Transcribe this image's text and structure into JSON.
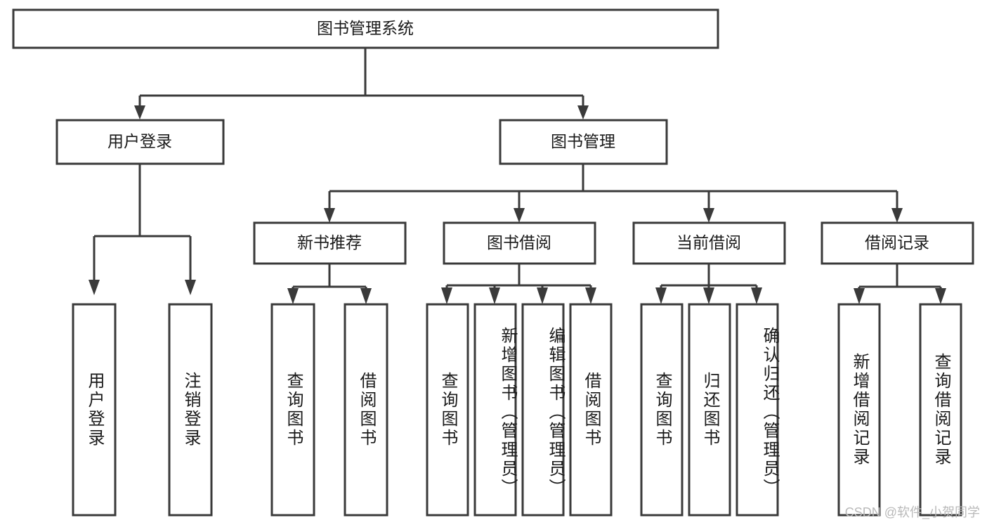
{
  "diagram": {
    "title": "图书管理系统",
    "type": "tree",
    "watermark": "CSDN @软件_小贺同学",
    "colors": {
      "box_stroke": "#3a3a3a",
      "box_fill": "#ffffff",
      "connector": "#3a3a3a",
      "text": "#1a1a1a",
      "watermark": "#b9b9b9",
      "background": "#ffffff"
    },
    "levels": {
      "root": {
        "label": "图书管理系统"
      },
      "level2": [
        {
          "label": "用户登录"
        },
        {
          "label": "图书管理"
        }
      ],
      "level3": [
        {
          "label": "新书推荐"
        },
        {
          "label": "图书借阅"
        },
        {
          "label": "当前借阅"
        },
        {
          "label": "借阅记录"
        }
      ],
      "leaves": {
        "user_login": [
          {
            "label": "用户登录"
          },
          {
            "label": "注销登录"
          }
        ],
        "new_book_recommend": [
          {
            "label": "查询图书"
          },
          {
            "label": "借阅图书"
          }
        ],
        "book_borrow": [
          {
            "label": "查询图书"
          },
          {
            "label": "新增图书（管理员）"
          },
          {
            "label": "编辑图书（管理员）"
          },
          {
            "label": "借阅图书"
          }
        ],
        "current_borrow": [
          {
            "label": "查询图书"
          },
          {
            "label": "归还图书"
          },
          {
            "label": "确认归还（管理员）"
          }
        ],
        "borrow_record": [
          {
            "label": "新增借阅记录"
          },
          {
            "label": "查询借阅记录"
          }
        ]
      }
    }
  }
}
